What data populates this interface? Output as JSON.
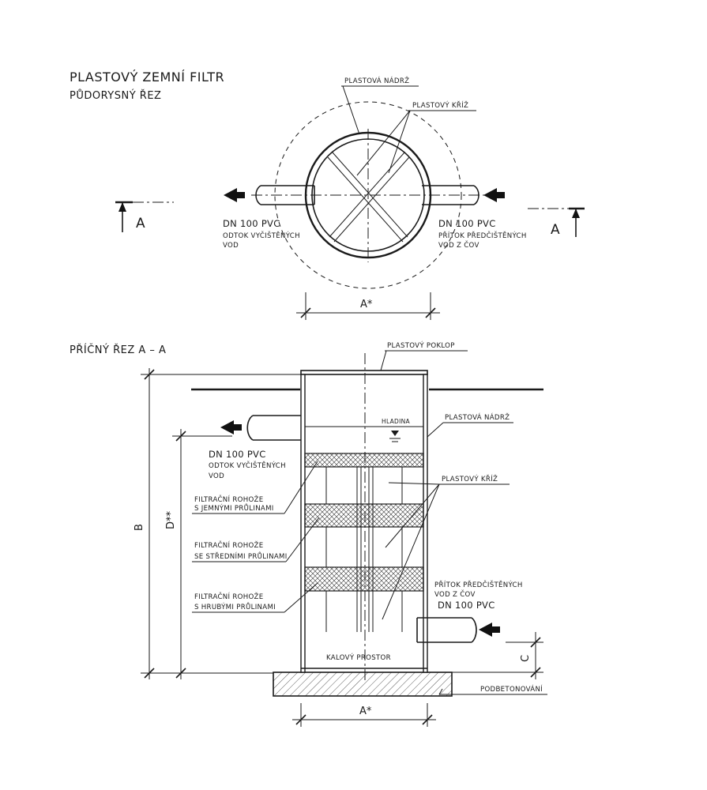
{
  "title": "PLASTOVÝ ZEMNÍ FILTR",
  "plan": {
    "subtitle": "PŮDORYSNÝ ŘEZ",
    "tank_label": "PLASTOVÁ NÁDRŽ",
    "cross_label": "PLASTOVÝ KŘÍŽ",
    "outlet_dn": "DN 100 PVC",
    "outlet_line1": "ODTOK VYČIŠTĚNÝCH",
    "outlet_line2": "VOD",
    "inlet_dn": "DN 100 PVC",
    "inlet_line1": "PŘÍTOK PŘEDČIŠTĚNÝCH",
    "inlet_line2": "VOD Z ČOV",
    "section_mark_left": "A",
    "section_mark_right": "A",
    "dim_width": "A*"
  },
  "section": {
    "title": "PŘÍČNÝ ŘEZ  A – A",
    "lid_label": "PLASTOVÝ POKLOP",
    "tank_label": "PLASTOVÁ NÁDRŽ",
    "water_level": "HLADINA",
    "outlet_dn": "DN 100 PVC",
    "outlet_line1": "ODTOK VYČIŠTĚNÝCH",
    "outlet_line2": "VOD",
    "cross_label": "PLASTOVÝ KŘÍŽ",
    "mat_fine_1": "FILTRAČNÍ ROHOŽE",
    "mat_fine_2": "S JEMNÝMI PRŮLINAMI",
    "mat_medium_1": "FILTRAČNÍ ROHOŽE",
    "mat_medium_2": "SE STŘEDNÍMI PRŮLINAMI",
    "mat_coarse_1": "FILTRAČNÍ ROHOŽE",
    "mat_coarse_2": "S HRUBÝMI PRŮLINAMI",
    "inlet_line1": "PŘÍTOK PŘEDČIŠTĚNÝCH",
    "inlet_line2": "VOD Z ČOV",
    "inlet_dn": "DN 100 PVC",
    "sludge_label": "KALOVÝ PROSTOR",
    "base_label": "PODBETONOVÁNÍ",
    "dim_B": "B",
    "dim_D": "D**",
    "dim_C": "C",
    "dim_width": "A*"
  }
}
